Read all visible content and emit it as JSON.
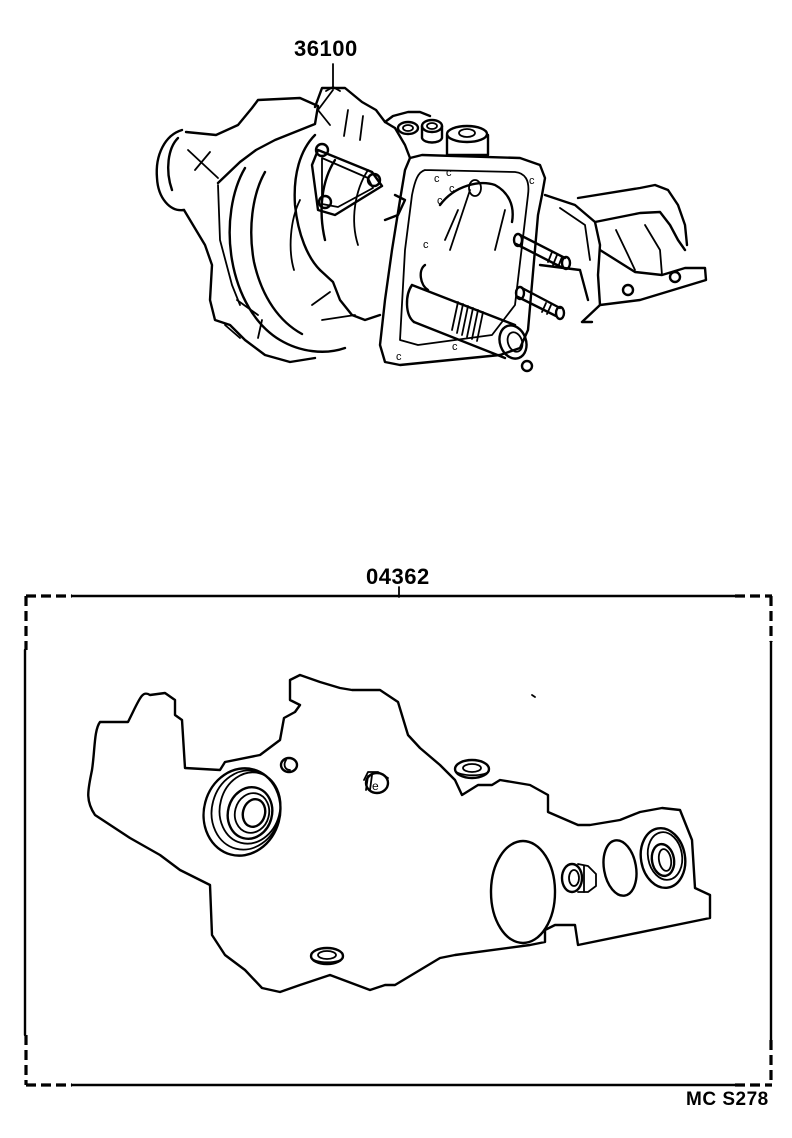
{
  "diagram": {
    "type": "exploded-parts-illustration",
    "parts": [
      {
        "part_number": "36100",
        "description_visual": "transfer assembly (4WD transfer case with output shaft, studs and mounting bracket)"
      },
      {
        "part_number": "04362",
        "description_visual": "gasket kit (gasket outline, oil seals, O-rings, plugs) enclosed in dashed box"
      }
    ],
    "labels": {
      "assembly": "36100",
      "kit": "04362",
      "illustration_code": "MC S278"
    },
    "colors": {
      "line": "#000000",
      "background": "#ffffff"
    }
  }
}
